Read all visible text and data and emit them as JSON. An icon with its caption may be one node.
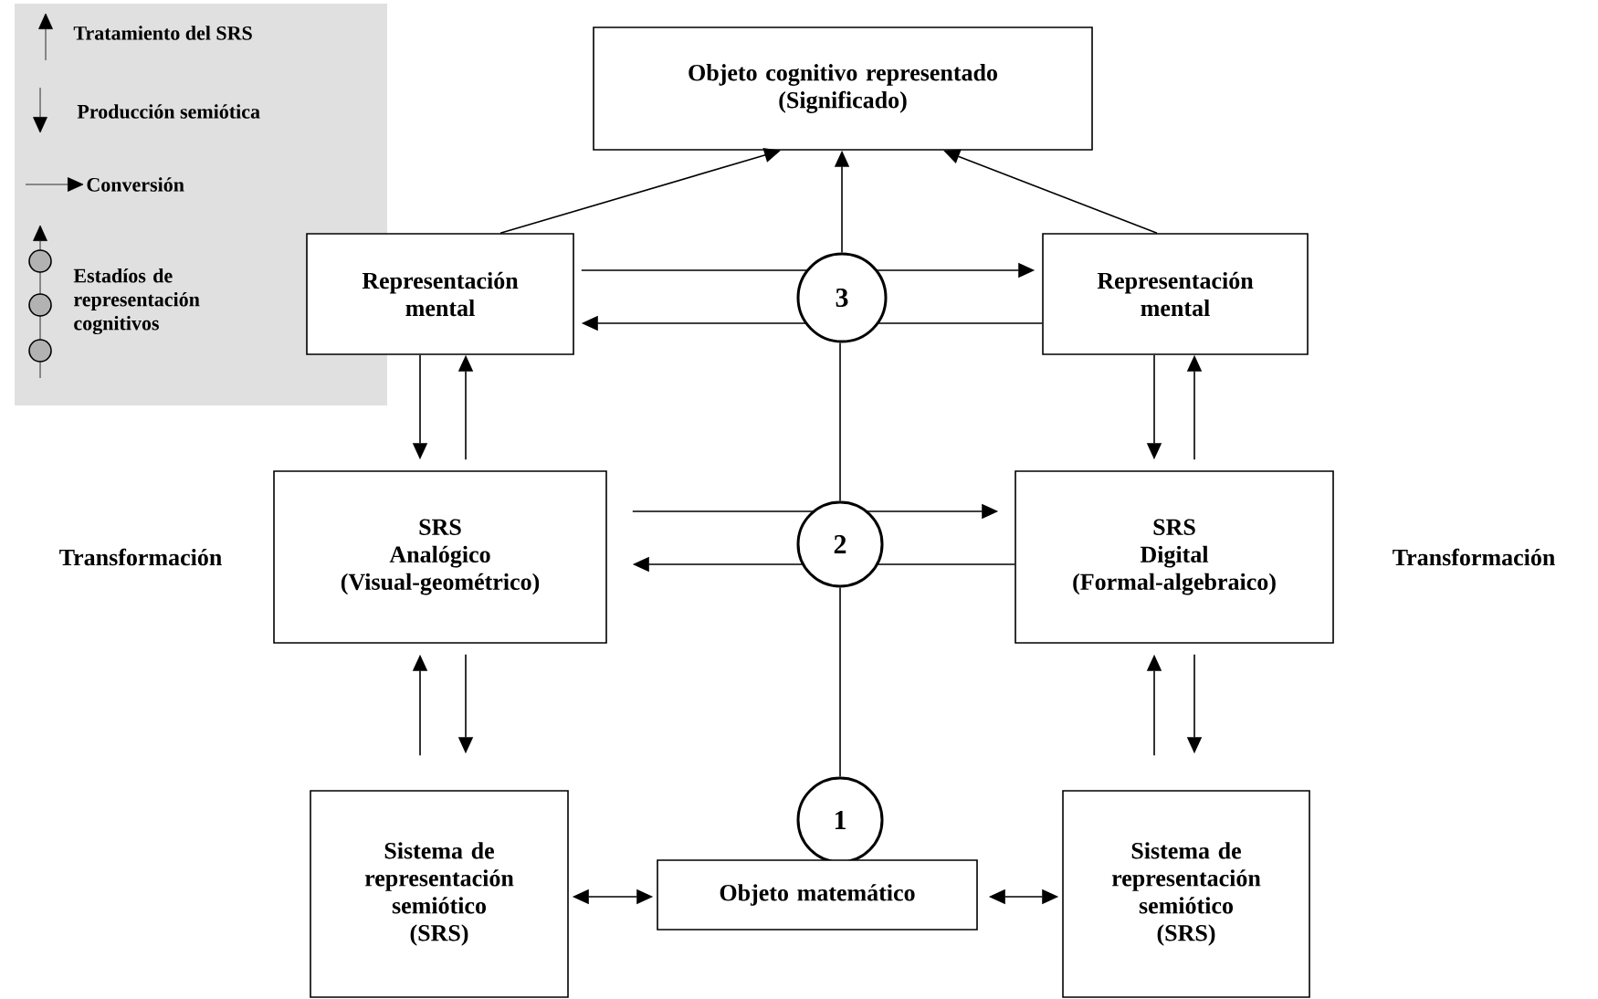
{
  "diagram": {
    "nodes": [
      {
        "text": [
          "Objeto cognitivo representado",
          "(Significado)"
        ]
      },
      {
        "text": [
          "Representación mental"
        ]
      },
      {
        "text": [
          "3"
        ]
      },
      {
        "text": [
          "Representación mental"
        ]
      },
      {
        "text": [
          "SRS",
          "Analógico",
          "(Visual-geométrico)"
        ]
      },
      {
        "text": [
          "2"
        ]
      },
      {
        "text": [
          "SRS",
          "Digital",
          "(Formal-algebraico)"
        ]
      },
      {
        "text": [
          "Sistema de representación semiótico (SRS)"
        ]
      },
      {
        "text": [
          "1"
        ]
      },
      {
        "text": [
          "Objeto matemático"
        ]
      },
      {
        "text": [
          "Sistema de representación semiótico (SRS)"
        ]
      }
    ],
    "edges": [
      {
        "from": 1,
        "to": 0,
        "arrow": "to"
      },
      {
        "from": 2,
        "to": 0,
        "arrow": "to"
      },
      {
        "from": 3,
        "to": 0,
        "arrow": "to"
      },
      {
        "from": 1,
        "to": 2,
        "arrow": "none"
      },
      {
        "from": 2,
        "to": 3,
        "arrow": "to"
      },
      {
        "from": 3,
        "to": 2,
        "arrow": "none"
      },
      {
        "from": 2,
        "to": 1,
        "arrow": "to"
      },
      {
        "from": 1,
        "to": 4,
        "arrow": "to"
      },
      {
        "from": 4,
        "to": 1,
        "arrow": "to"
      },
      {
        "from": 3,
        "to": 6,
        "arrow": "to"
      },
      {
        "from": 6,
        "to": 3,
        "arrow": "to"
      },
      {
        "from": 4,
        "to": 5,
        "arrow": "none"
      },
      {
        "from": 5,
        "to": 6,
        "arrow": "to"
      },
      {
        "from": 6,
        "to": 5,
        "arrow": "none"
      },
      {
        "from": 5,
        "to": 4,
        "arrow": "to"
      },
      {
        "from": 5,
        "to": 2,
        "arrow": "none"
      },
      {
        "from": 8,
        "to": 5,
        "arrow": "none"
      },
      {
        "from": 7,
        "to": 4,
        "arrow": "to"
      },
      {
        "from": 4,
        "to": 7,
        "arrow": "to"
      },
      {
        "from": 10,
        "to": 6,
        "arrow": "to"
      },
      {
        "from": 6,
        "to": 10,
        "arrow": "to"
      },
      {
        "from": 7,
        "to": 9,
        "arrow": "both"
      },
      {
        "from": 9,
        "to": 10,
        "arrow": "both"
      }
    ],
    "labels": [
      "Transformación",
      "Transformación"
    ],
    "legend": [
      {
        "text": "Tratamiento del SRS"
      },
      {
        "text": "Producción semiótica"
      },
      {
        "text": "Conversión"
      },
      {
        "text": "Estadíos de representación cognitivos"
      }
    ]
  }
}
